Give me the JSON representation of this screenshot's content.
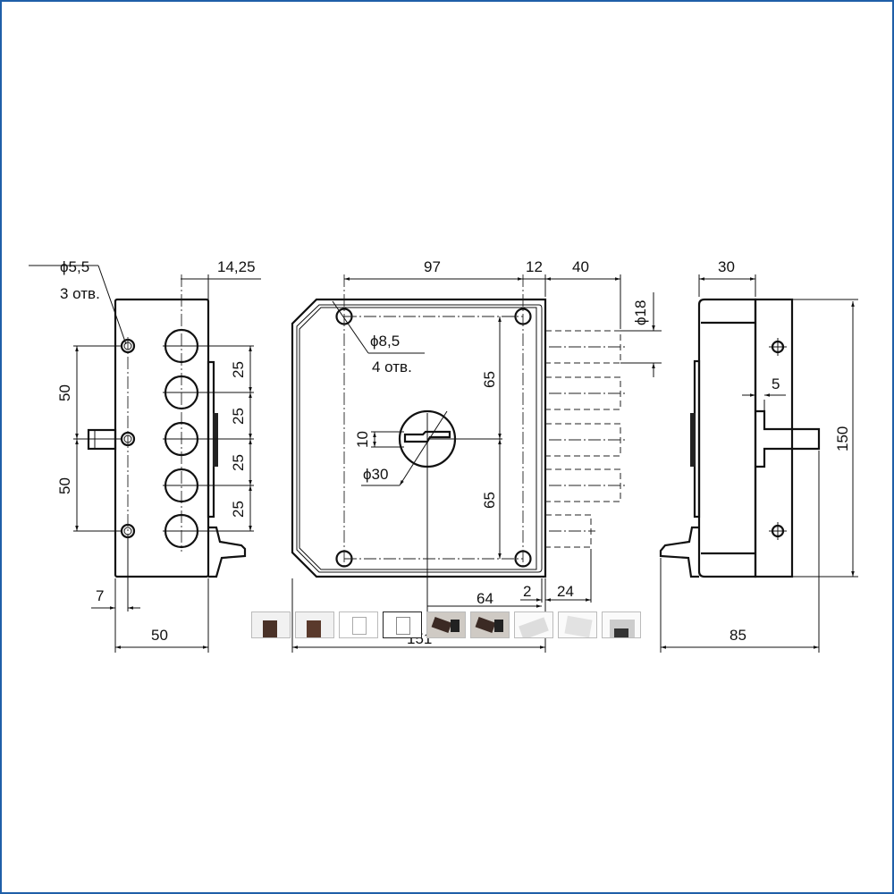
{
  "drawing": {
    "left_view": {
      "hole_dia": "ϕ5,5",
      "hole_count": "3 отв.",
      "offset_top": "14,25",
      "pitch_labels": [
        "25",
        "25",
        "25",
        "25"
      ],
      "hole_spacing": [
        "50",
        "50"
      ],
      "edge_offset": "7",
      "width": "50"
    },
    "front_view": {
      "width_holes": "97",
      "plate_offset": "12",
      "bolt_throw": "40",
      "bolt_dia": "ϕ18",
      "mount_hole_dia": "ϕ8,5",
      "mount_hole_count": "4 отв.",
      "height_upper": "65",
      "height_lower": "65",
      "slot_height": "10",
      "cylinder_dia": "ϕ30",
      "backset": "64",
      "gap": "2",
      "short_bolt": "24",
      "total_width": "151"
    },
    "right_view": {
      "depth": "30",
      "plate_gap": "5",
      "height": "150",
      "total_depth": "85"
    }
  },
  "thumbnails": {
    "count": 9,
    "selected_index": 3
  },
  "colors": {
    "border": "#1f5fa8",
    "line": "#111111"
  }
}
